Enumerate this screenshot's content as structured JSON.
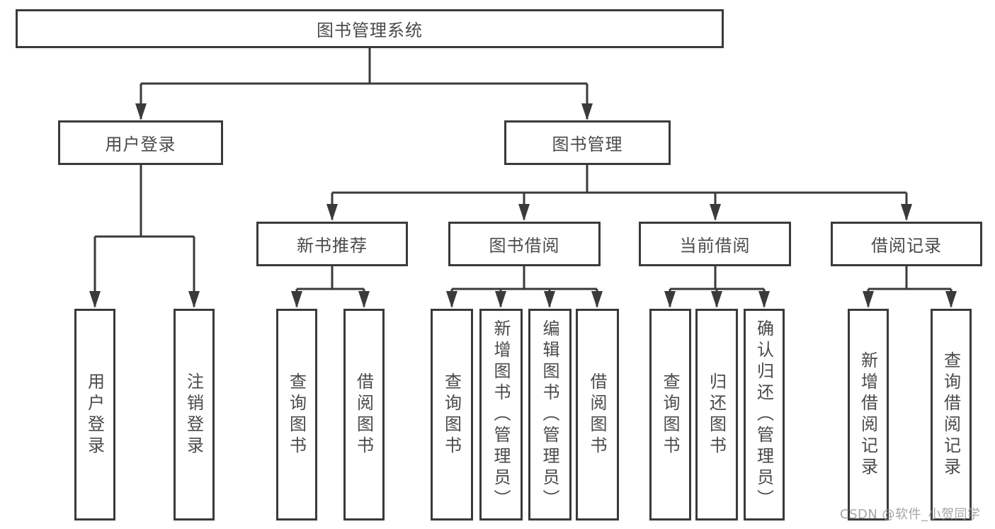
{
  "watermark": "CSDN @软件_小贺同学",
  "colors": {
    "line": "#3a3a3a",
    "text": "#4a4a4a",
    "watermark": "#969696",
    "background": "#ffffff"
  },
  "tree": {
    "label": "图书管理系统",
    "children": [
      {
        "label": "用户登录",
        "children": [
          {
            "label": "用户登录"
          },
          {
            "label": "注销登录"
          }
        ]
      },
      {
        "label": "图书管理",
        "children": [
          {
            "label": "新书推荐",
            "children": [
              {
                "label": "查询图书"
              },
              {
                "label": "借阅图书"
              }
            ]
          },
          {
            "label": "图书借阅",
            "children": [
              {
                "label": "查询图书"
              },
              {
                "label": "新增图书（管理员）"
              },
              {
                "label": "编辑图书（管理员）"
              },
              {
                "label": "借阅图书"
              }
            ]
          },
          {
            "label": "当前借阅",
            "children": [
              {
                "label": "查询图书"
              },
              {
                "label": "归还图书"
              },
              {
                "label": "确认归还（管理员）"
              }
            ]
          },
          {
            "label": "借阅记录",
            "children": [
              {
                "label": "新增借阅记录"
              },
              {
                "label": "查询借阅记录"
              }
            ]
          }
        ]
      }
    ]
  }
}
